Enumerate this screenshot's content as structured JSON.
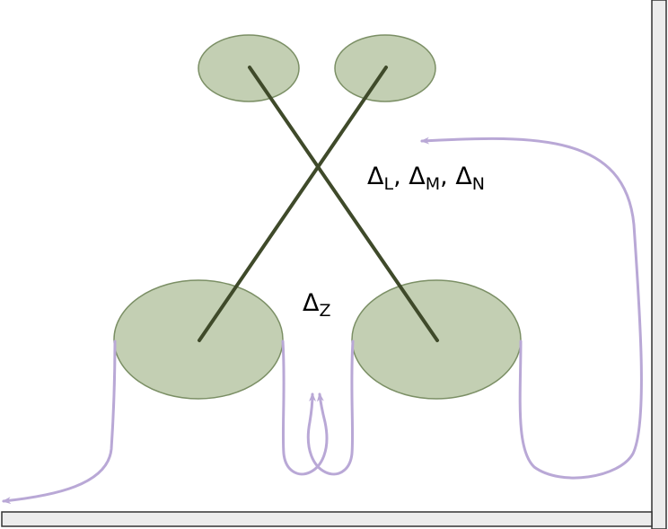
{
  "labels": {
    "lmn": {
      "delta": "Δ",
      "sub_l": "L",
      "sep1": ", ",
      "sub_m": "M",
      "sep2": ", ",
      "sub_n": "N"
    },
    "z": {
      "delta": "Δ",
      "sub_z": "Z"
    }
  },
  "colors": {
    "ellipse_fill": "#c3cfb3",
    "ellipse_stroke": "#7b8f65",
    "rod": "#3f4a2a",
    "flow_arrow": "#b9a8d6",
    "wall_fill": "#ececec",
    "wall_stroke": "#333333"
  },
  "icons": {
    "flow_arrow_head": "arrowhead"
  }
}
